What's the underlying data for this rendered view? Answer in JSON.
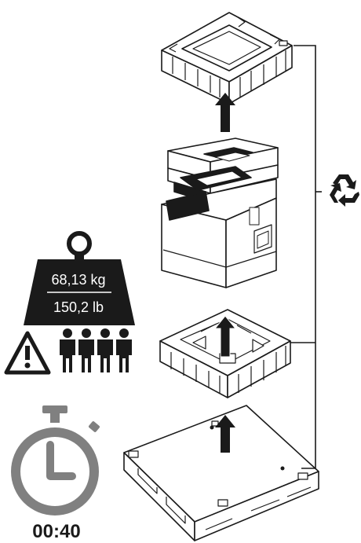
{
  "weight": {
    "kg": "68,13 kg",
    "lb": "150,2 lb"
  },
  "timer": {
    "text": "00:40"
  },
  "icons": {
    "weight": "weight-icon",
    "warning": "warning-triangle-icon",
    "people": "four-person-lift-icon",
    "stopwatch": "stopwatch-icon",
    "recycle": "recycle-icon"
  },
  "colors": {
    "ink": "#1a1a1a",
    "timer_gray": "#808080",
    "paper": "#ffffff"
  }
}
